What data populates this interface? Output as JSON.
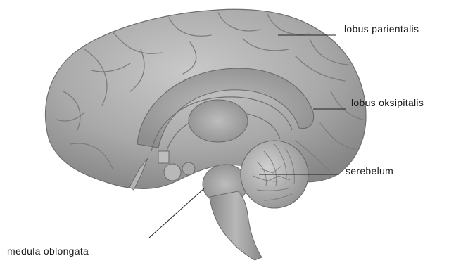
{
  "labels": {
    "parietal": "lobus parientalis",
    "occipital": "lobus oksipitalis",
    "cerebellum": "serebelum",
    "medulla": "medula oblongata"
  },
  "colors": {
    "background": "#ffffff",
    "tissue": "#a8a8a8",
    "tissue_light": "#c4c4c4",
    "tissue_dark": "#7a7a7a",
    "leader_line": "#222222",
    "text": "#1a1a1a"
  },
  "figure": {
    "subject": "sagittal section of the human brain"
  }
}
